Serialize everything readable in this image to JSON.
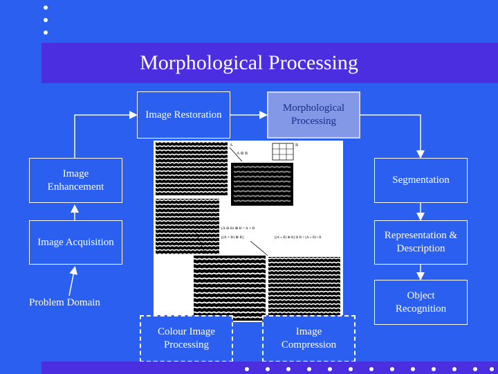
{
  "title": "Morphological Processing",
  "boxes": {
    "image_restoration": "Image Restoration",
    "morphological_processing": "Morphological\nProcessing",
    "image_enhancement": "Image\nEnhancement",
    "segmentation": "Segmentation",
    "image_acquisition": "Image Acquisition",
    "representation_description": "Representation &\nDescription",
    "object_recognition": "Object\nRecognition",
    "colour_image_processing": "Colour Image\nProcessing",
    "image_compression": "Image\nCompression"
  },
  "problem_domain": "Problem Domain",
  "figure": {
    "label_a": "A",
    "label_b": "B",
    "label_a_ominus_b": "A ⊖ B",
    "label_open": "(A ⊖ B) ⊕ B = A ∘ B",
    "label_close1": "[(A ∘ B) ⊕ B]",
    "label_close2": "[(A ∘ B) ⊕ B] ⊖ B = (A ∘ B) • B"
  },
  "colors": {
    "background": "#2b5ff0",
    "band": "#4a2ee0",
    "highlight_box": "#8398e6"
  }
}
